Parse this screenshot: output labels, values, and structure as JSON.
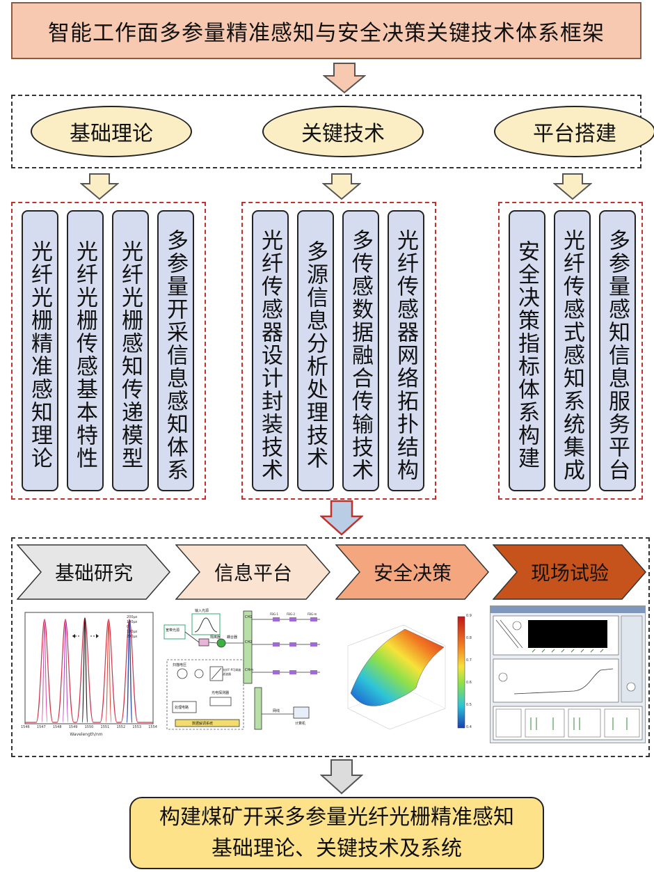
{
  "title": "智能工作面多参量精准感知与安全决策关键技术体系框架",
  "categories": [
    {
      "label": "基础理论"
    },
    {
      "label": "关键技术"
    },
    {
      "label": "平台搭建"
    }
  ],
  "groups": [
    {
      "items": [
        "光纤光栅精准感知理论",
        "光纤光栅传感基本特性",
        "光纤光栅感知传递模型",
        "多参量开采信息感知体系"
      ]
    },
    {
      "items": [
        "光纤传感器设计封装技术",
        "多源信息分析处理技术",
        "多传感数据融合传输技术",
        "光纤传感器网络拓扑结构"
      ]
    },
    {
      "items": [
        "安全决策指标体系构建",
        "光纤传感式感知系统集成",
        "多参量感知信息服务平台"
      ]
    }
  ],
  "stages": [
    {
      "label": "基础研究",
      "color": "#e6e6e6"
    },
    {
      "label": "信息平台",
      "color": "#fbe3d2"
    },
    {
      "label": "安全决策",
      "color": "#f4a77e"
    },
    {
      "label": "现场试验",
      "color": "#c6521c"
    }
  ],
  "figures": {
    "spectrum": {
      "legend": [
        "200με",
        "100με",
        "0",
        "100με",
        "200με"
      ],
      "xticks": [
        "1546",
        "1547",
        "1548",
        "1549",
        "1550",
        "1551",
        "1552",
        "1553",
        "1554"
      ],
      "xlabel": "Wavelength/nm"
    },
    "network": {
      "labels": [
        "宽带光源",
        "输入光源",
        "隔离器",
        "耦合器",
        "扫描电压",
        "光纤F-P可调谐滤波器",
        "光电探测器",
        "处理电路",
        "数据解调系统",
        "网线",
        "计算机",
        "CH1",
        "CH2",
        "CHm",
        "FBG-1",
        "FBG-2",
        "FBG-m"
      ]
    },
    "surface": {
      "colorbar_ticks": [
        "0.9",
        "0.8",
        "0.7",
        "0.6",
        "0.5",
        "0.4"
      ]
    }
  },
  "conclusion": {
    "line1": "构建煤矿开采多参量光纤光栅精准感知",
    "line2": "基础理论、关键技术及系统"
  }
}
